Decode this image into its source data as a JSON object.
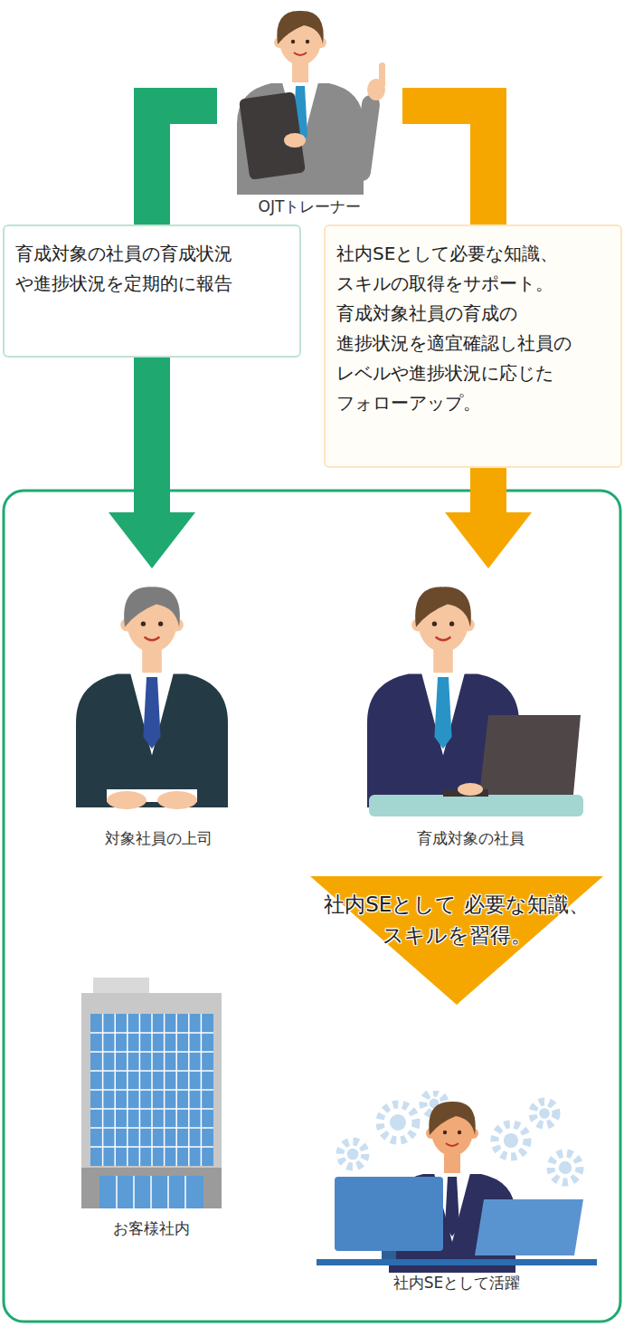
{
  "diagram": {
    "nodes": [
      {
        "text": [
          "OJTトレーナー"
        ]
      },
      {
        "text": [
          "対象社員の上司"
        ]
      },
      {
        "text": [
          "育成対象の社員"
        ]
      },
      {
        "text": [
          "お客様社内"
        ]
      },
      {
        "text": [
          "社内SEとして活躍"
        ]
      }
    ],
    "edges": [
      {
        "from": 0,
        "to": 1,
        "arrow": "to",
        "label": "育成対象の社員の育成状況 や進捗状況を定期的に報告"
      },
      {
        "from": 0,
        "to": 2,
        "arrow": "to",
        "label": "社内SEとして必要な知識、 スキルの取得をサポート。 育成対象社員の育成の 進捗状況を適宜確認し社員の レベルや進捗状況に応じた フォローアップ。"
      },
      {
        "from": 2,
        "to": 4,
        "arrow": "to",
        "label": "社内SEとして 必要な知識、スキルを習得。"
      }
    ]
  }
}
